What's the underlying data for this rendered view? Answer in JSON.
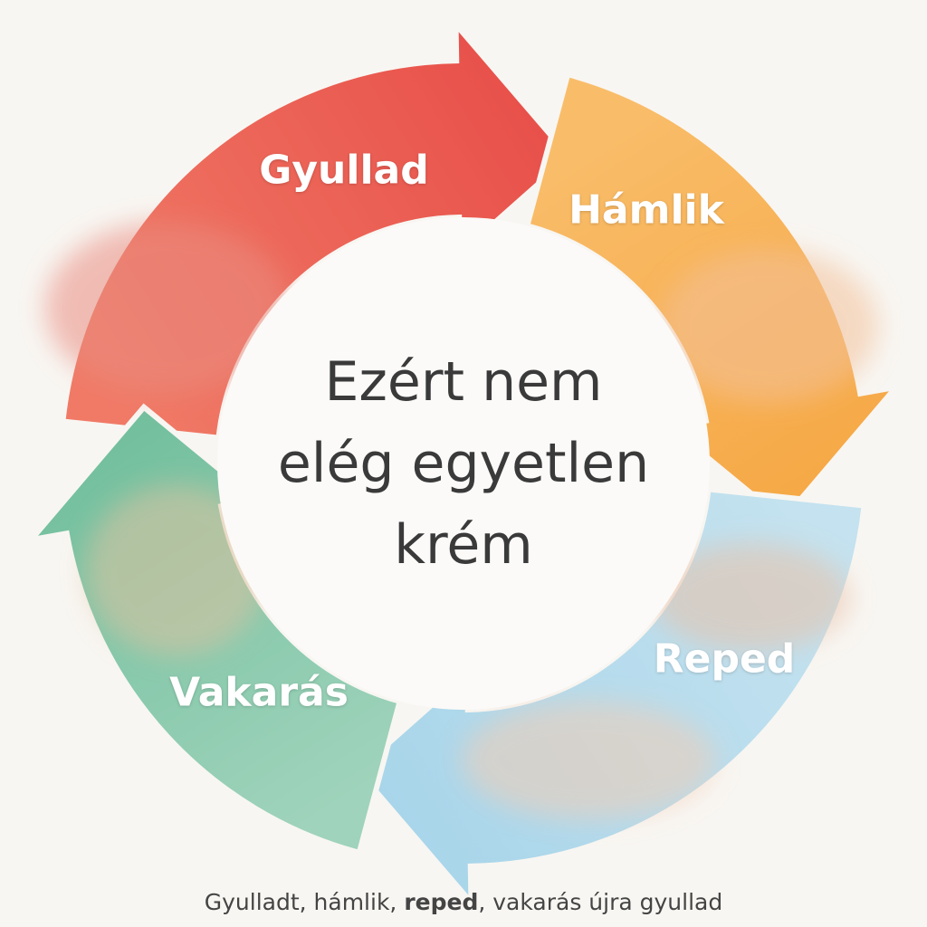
{
  "cycle": {
    "steps": [
      {
        "label": "Gyullad",
        "color": "#e8504a",
        "color2": "#f07a66"
      },
      {
        "label": "Hámlik",
        "color": "#f6a845",
        "color2": "#f9bd6a"
      },
      {
        "label": "Reped",
        "color": "#a8d5ea",
        "color2": "#c4e2ef"
      },
      {
        "label": "Vakarás",
        "color": "#72bf9d",
        "color2": "#9fd3bb"
      }
    ],
    "center_lines": [
      "Ezért nem",
      "elég egyetlen",
      "krém"
    ]
  },
  "caption": {
    "part1": "Gyulladt, hámlik, ",
    "part2": "reped",
    "part3": ",  vakarás újra gyullad"
  }
}
